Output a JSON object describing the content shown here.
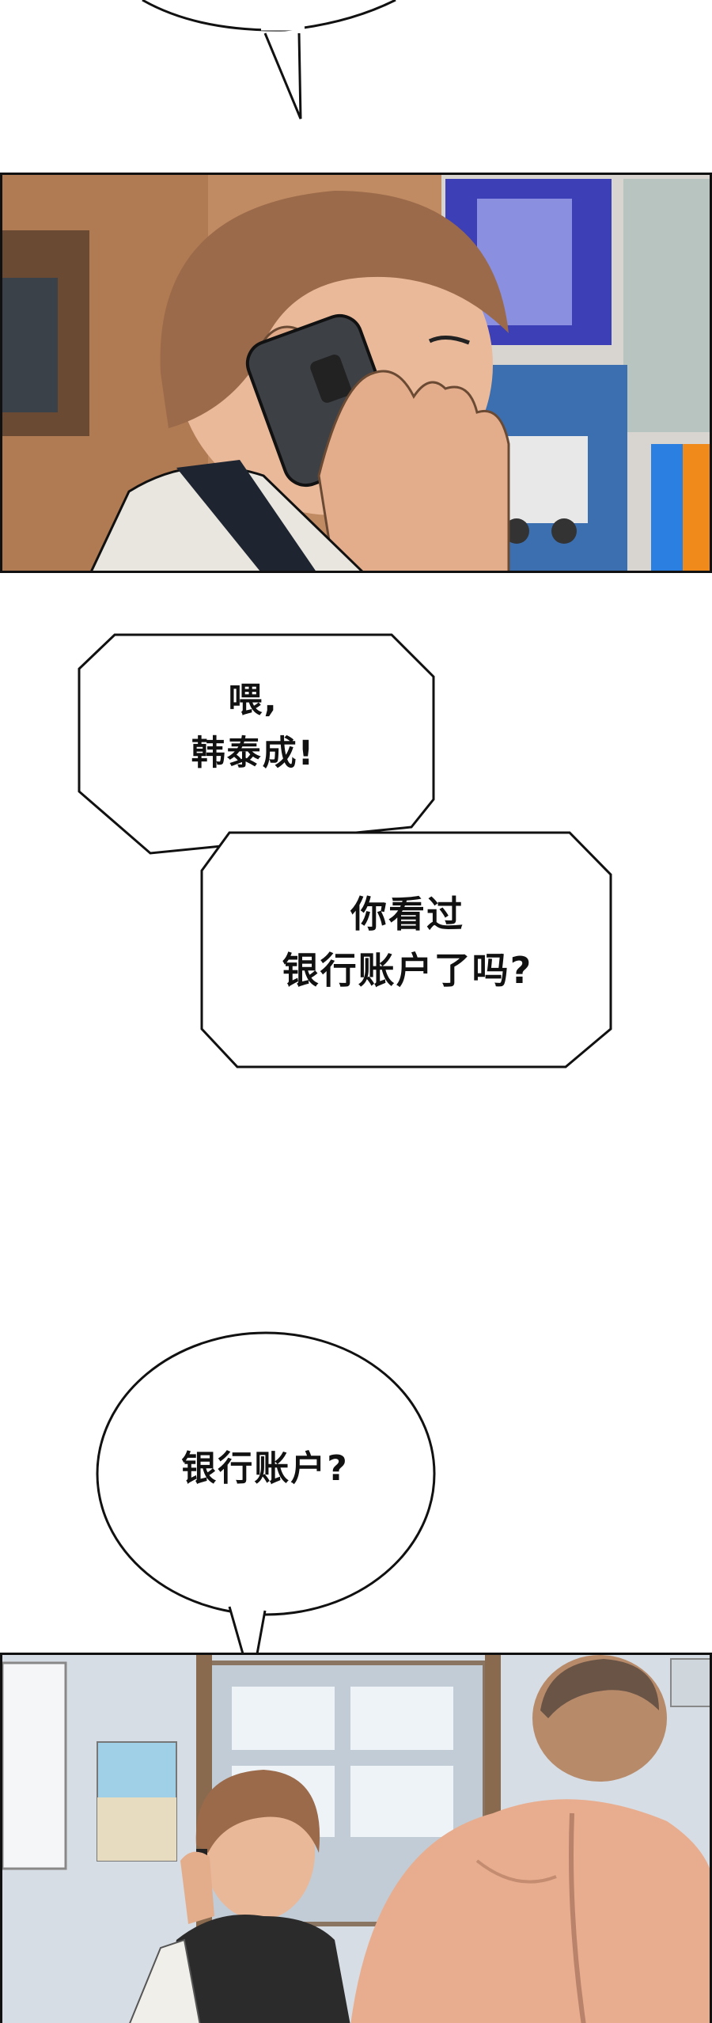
{
  "bubbles": {
    "caller_line1": "喂,",
    "caller_line2": "韩泰成!",
    "question_line1": "你看过",
    "question_line2": "银行账户了吗?",
    "reply": "银行账户?"
  },
  "colors": {
    "ink": "#111111",
    "paper": "#ffffff",
    "hair": "#9a6a4a",
    "skin": "#e9b99a",
    "wall": "#d7dde4"
  }
}
